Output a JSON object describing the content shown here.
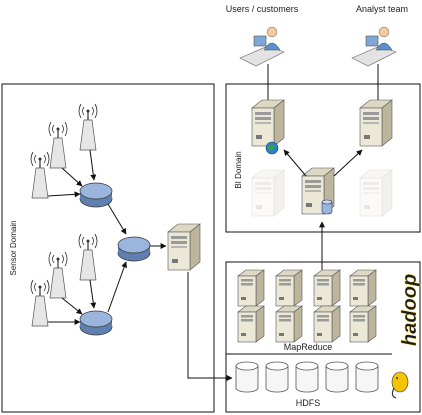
{
  "labels": {
    "users": "Users / customers",
    "analyst": "Analyst team",
    "bi_domain": "BI Domain",
    "sensor_domain": "Sensor Domain",
    "mapreduce": "MapReduce",
    "hdfs": "HDFS",
    "hadoop": "hadoop"
  },
  "colors": {
    "router": "#8fb0dc",
    "server_front": "#e8e4d4",
    "server_side": "#c9c3ad",
    "disk": "#f4f4f4",
    "hadoop_logo": "#1a1a1a",
    "hadoop_elephant": "#f5c400"
  },
  "icons": [
    "antenna-icon",
    "router-icon",
    "server-icon",
    "database-server-icon",
    "user-workstation-icon",
    "globe-icon",
    "disk-cylinder-icon",
    "hadoop-logo-icon"
  ]
}
